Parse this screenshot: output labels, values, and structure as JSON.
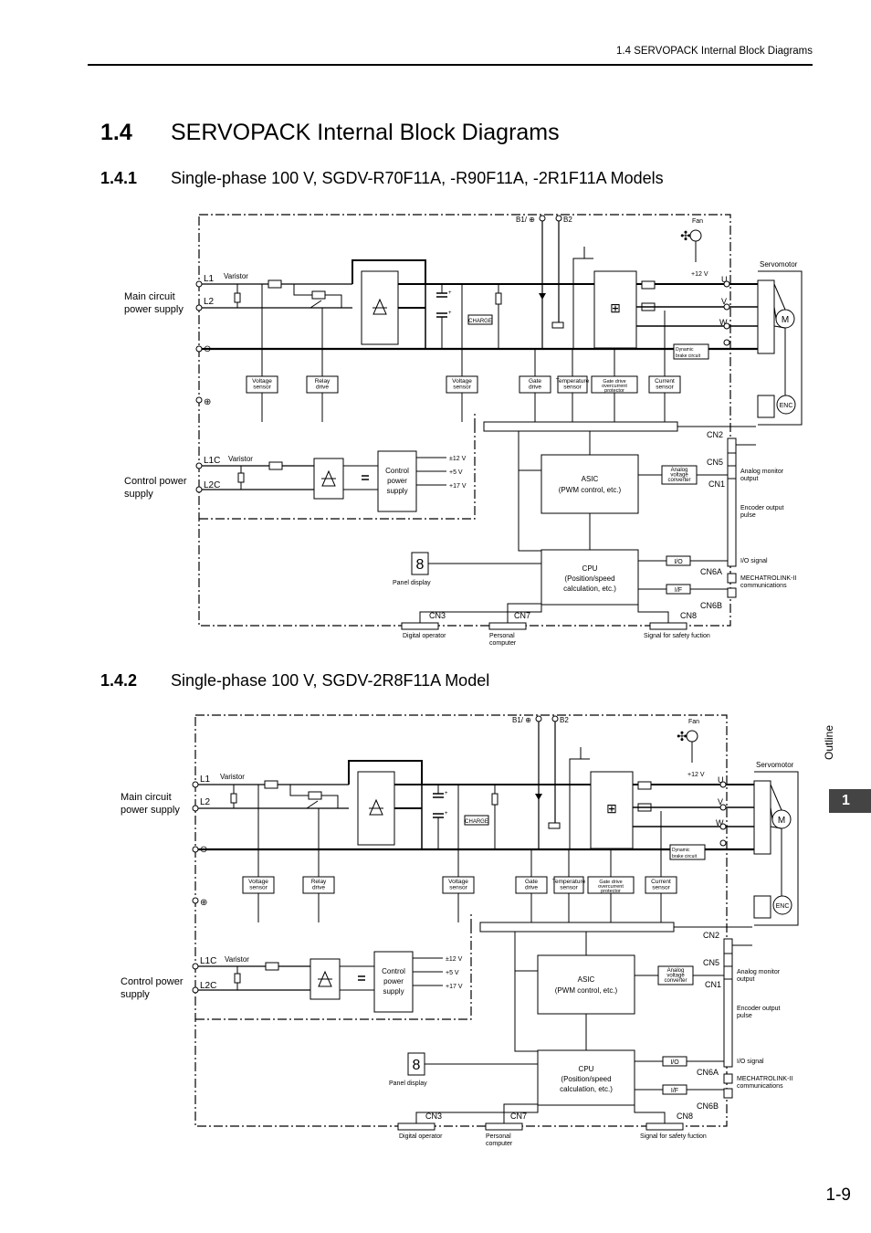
{
  "header": {
    "running_title": "1.4  SERVOPACK Internal Block Diagrams"
  },
  "section": {
    "number": "1.4",
    "title": "SERVOPACK Internal Block Diagrams"
  },
  "subsections": [
    {
      "number": "1.4.1",
      "title": "Single-phase 100 V, SGDV-R70F11A, -R90F11A, -2R1F11A Models"
    },
    {
      "number": "1.4.2",
      "title": "Single-phase 100 V, SGDV-2R8F11A Model"
    }
  ],
  "diagram": {
    "main_circuit_power_supply": [
      "Main circuit",
      "power supply"
    ],
    "control_power_supply": [
      "Control power",
      "supply"
    ],
    "terminals": {
      "l1": "L1",
      "l2": "L2",
      "l1c": "L1C",
      "l2c": "L2C",
      "b1": "B1/ ⊕",
      "b2": "B2",
      "minus": "⊖",
      "u": "U",
      "v": "V",
      "w": "W"
    },
    "varistor": "Varistor",
    "fan": "Fan",
    "plus12v": "+12 V",
    "servomotor": "Servomotor",
    "motor": "M",
    "encoder": "ENC",
    "charge": "CHARGE",
    "voltage_sensor": [
      "Voltage",
      "sensor"
    ],
    "relay_drive": [
      "Relay",
      "drive"
    ],
    "gate_drive": [
      "Gate",
      "drive"
    ],
    "temperature_sensor": [
      "Temperature",
      "sensor"
    ],
    "gate_drive_protector": [
      "Gate drive",
      "overcurrent",
      "protector"
    ],
    "current_sensor": [
      "Current",
      "sensor"
    ],
    "dynamic_brake": [
      "Dynamic",
      "brake circuit"
    ],
    "control_power_block": [
      "Control",
      "power",
      "supply"
    ],
    "voltages": [
      "±12 V",
      "+5 V",
      "+17 V"
    ],
    "asic": [
      "ASIC",
      "(PWM control, etc.)"
    ],
    "analog_converter": [
      "Analog",
      "voltage",
      "converter"
    ],
    "cpu": [
      "CPU",
      "(Position/speed",
      "calculation, etc.)"
    ],
    "io": "I/O",
    "if": "I/F",
    "panel_display": "Panel display",
    "connectors": {
      "cn1": "CN1",
      "cn2": "CN2",
      "cn3": "CN3",
      "cn5": "CN5",
      "cn6a": "CN6A",
      "cn6b": "CN6B",
      "cn7": "CN7",
      "cn8": "CN8"
    },
    "analog_monitor_output": [
      "Analog monitor",
      "output"
    ],
    "encoder_output_pulse": [
      "Encoder output",
      "pulse"
    ],
    "io_signal": "I/O signal",
    "mechatrolink": [
      "MECHATROLINK-II",
      "communications"
    ],
    "digital_operator": "Digital operator",
    "personal_computer": [
      "Personal",
      "computer"
    ],
    "safety_signal": "Signal for safety fuction"
  },
  "side_tab": {
    "label": "Outline",
    "chapter": "1"
  },
  "page_number": "1-9"
}
